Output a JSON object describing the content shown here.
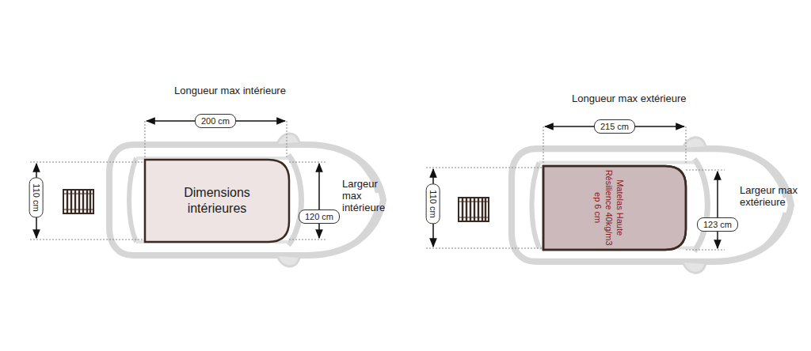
{
  "diagram": {
    "nodes": [
      {
        "text": [
          "200 cm"
        ]
      },
      {
        "text": [
          "110 cm"
        ]
      },
      {
        "text": [
          "Dimensions intérieures"
        ]
      },
      {
        "text": [
          "120 cm"
        ]
      },
      {
        "text": [
          "215 cm"
        ]
      },
      {
        "text": [
          "110 cm"
        ]
      },
      {
        "text": [
          "Matelas Haute Résilience 40kg/m3 ep 6 cm"
        ]
      },
      {
        "text": [
          "123 cm"
        ]
      }
    ],
    "labels": [
      "Longueur max intérieure",
      "Largeur max intérieure",
      "Longueur max extérieure",
      "Largeur max extérieure"
    ]
  }
}
